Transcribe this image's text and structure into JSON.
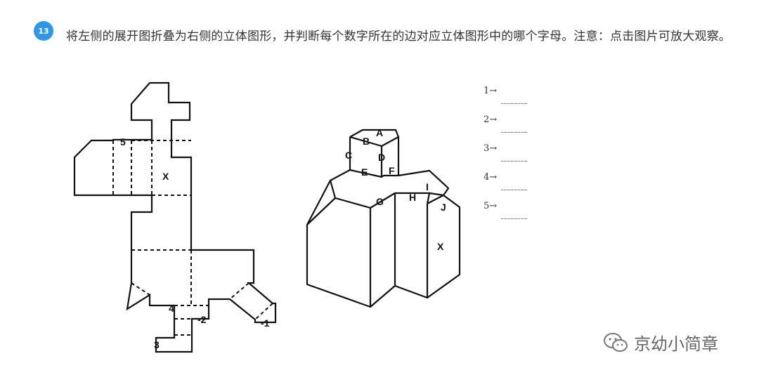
{
  "question": {
    "number": "13",
    "text": "将左侧的展开图折叠为右侧的立体图形，并判断每个数字所在的边对应立体图形中的哪个字母。注意：点击图片可放大观察。"
  },
  "figure": {
    "net_labels": [
      "5",
      "X",
      "4",
      "2",
      "1",
      "3"
    ],
    "solid_labels": [
      "A",
      "B",
      "C",
      "D",
      "E",
      "F",
      "G",
      "H",
      "I",
      "J",
      "X"
    ]
  },
  "answers": [
    {
      "label": "1→",
      "value": ""
    },
    {
      "label": "2→",
      "value": ""
    },
    {
      "label": "3→",
      "value": ""
    },
    {
      "label": "4→",
      "value": ""
    },
    {
      "label": "5→",
      "value": ""
    }
  ],
  "watermark": {
    "text": "京幼小简章",
    "icon": "wechat-icon"
  }
}
